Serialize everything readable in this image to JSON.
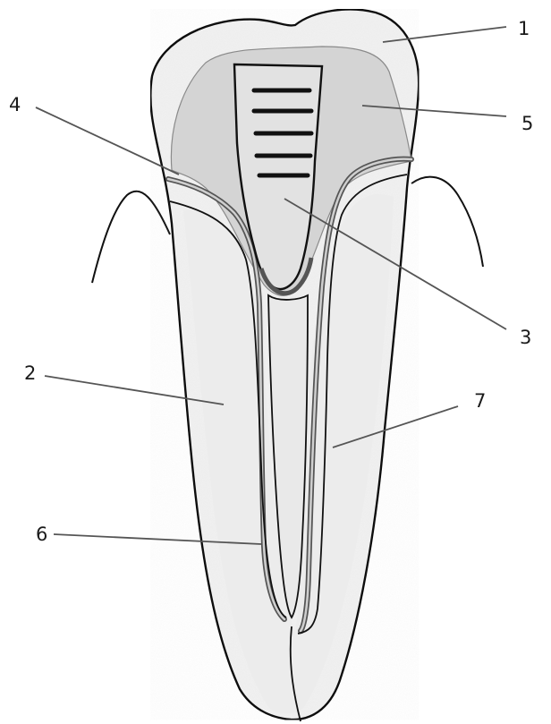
{
  "callouts": [
    {
      "id": "1",
      "label": "1"
    },
    {
      "id": "2",
      "label": "2"
    },
    {
      "id": "3",
      "label": "3"
    },
    {
      "id": "4",
      "label": "4"
    },
    {
      "id": "5",
      "label": "5"
    },
    {
      "id": "6",
      "label": "6"
    },
    {
      "id": "7",
      "label": "7"
    }
  ],
  "colors": {
    "outline": "#111111",
    "fill_light": "#f0f0f0",
    "fill_mid": "#d7d7d7",
    "fill_dark": "#bdbdbd",
    "leader": "#666666",
    "background": "#ffffff"
  }
}
